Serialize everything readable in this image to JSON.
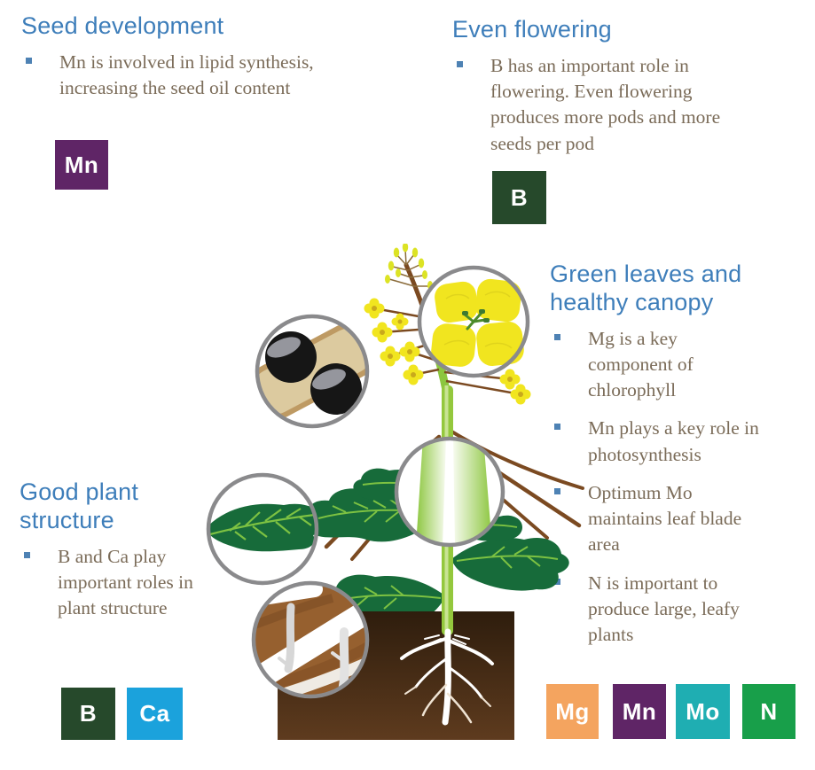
{
  "colors": {
    "heading_blue": "#3E7EBA",
    "body_text": "#7B6C59",
    "bullet_marker": "#4E82B4",
    "badge_text": "#FFFFFF",
    "nutrient_mn_purple": "#5F2566",
    "nutrient_b_dark_green": "#26492B",
    "nutrient_ca_blue": "#1BA2DC",
    "nutrient_mg_orange": "#F4A45F",
    "nutrient_mo_teal": "#1FAEB2",
    "nutrient_n_green": "#189F4A"
  },
  "sections": {
    "seed_development": {
      "title": "Seed development",
      "bullets": [
        "Mn is involved in lipid synthesis,\nincreasing the seed oil content"
      ],
      "badges": [
        {
          "label": "Mn",
          "color": "#5F2566"
        }
      ]
    },
    "even_flowering": {
      "title": "Even flowering",
      "bullets": [
        "B has an important role in\nflowering. Even flowering\nproduces more pods and more\nseeds per pod"
      ],
      "badges": [
        {
          "label": "B",
          "color": "#26492B"
        }
      ]
    },
    "green_leaves": {
      "title": "Green leaves and\nhealthy canopy",
      "bullets": [
        "Mg is a key\ncomponent of\nchlorophyll",
        "Mn plays a key role in\nphotosynthesis",
        "Optimum Mo\nmaintains leaf blade\narea",
        "N is important to\nproduce large, leafy\nplants"
      ],
      "badges": [
        {
          "label": "Mg",
          "color": "#F4A45F"
        },
        {
          "label": "Mn",
          "color": "#5F2566"
        },
        {
          "label": "Mo",
          "color": "#1FAEB2"
        },
        {
          "label": "N",
          "color": "#189F4A"
        }
      ]
    },
    "good_plant_structure": {
      "title": "Good plant\nstructure",
      "bullets": [
        "B and Ca play\nimportant roles in\nplant structure"
      ],
      "badges": [
        {
          "label": "B",
          "color": "#26492B"
        },
        {
          "label": "Ca",
          "color": "#1BA2DC"
        }
      ]
    }
  },
  "illustration": {
    "subject": "oilseed rape plant",
    "callouts": [
      "seed-pod-closeup",
      "flower-closeup",
      "stem-closeup",
      "leaf-closeup",
      "roots-closeup"
    ]
  }
}
